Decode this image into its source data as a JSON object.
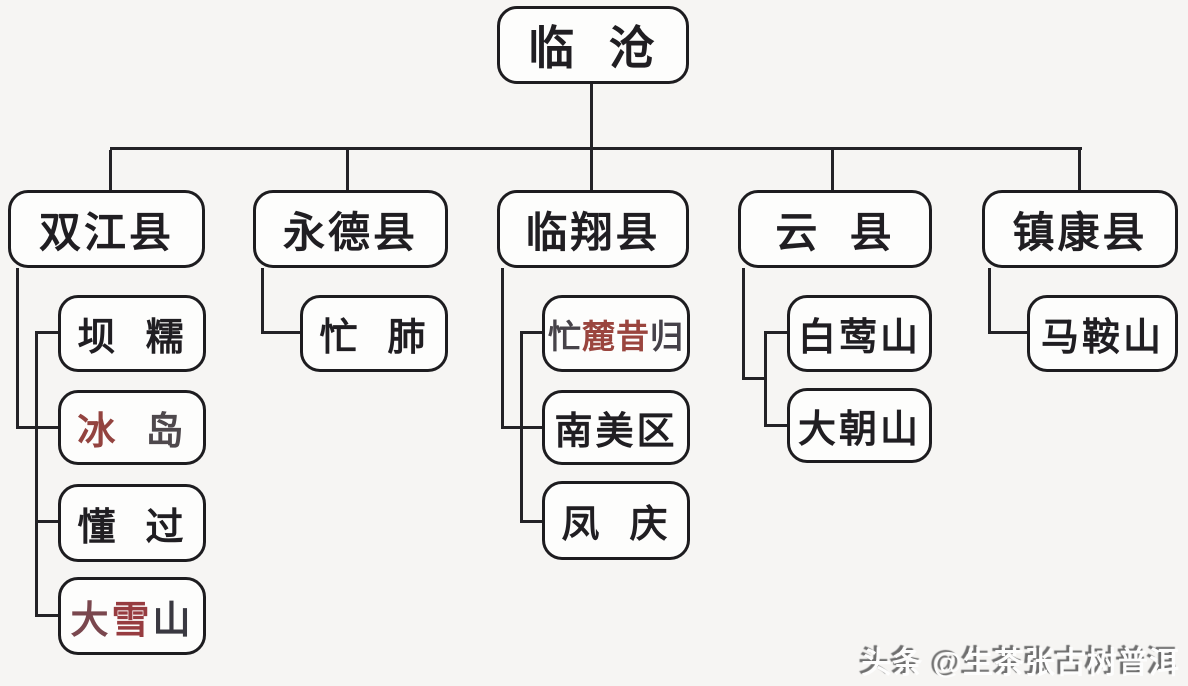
{
  "diagram": {
    "type": "org-chart",
    "root_label": "临  沧",
    "structure": {
      "临沧": [
        "双江县",
        "永德县",
        "临翔县",
        "云县",
        "镇康县"
      ],
      "双江县": [
        "坝糯",
        "冰岛",
        "懂过",
        "大雪山"
      ],
      "永德县": [
        "忙肺"
      ],
      "临翔县": [
        "忙麓昔归",
        "南美区",
        "凤庆"
      ],
      "云县": [
        "白莺山",
        "大朝山"
      ],
      "镇康县": [
        "马鞍山"
      ]
    }
  },
  "nodes": {
    "lincang": {
      "label": "临  沧"
    },
    "shuangjiang": {
      "label": "双江县"
    },
    "yongde": {
      "label": "永德县"
    },
    "linxiang": {
      "label": "临翔县"
    },
    "yun": {
      "label": "云  县"
    },
    "zhenkang": {
      "label": "镇康县"
    },
    "banuo": {
      "label": "坝  糯"
    },
    "bingdao": {
      "label": "冰岛",
      "parts": [
        {
          "text": "冰  ",
          "color": "#93433f"
        },
        {
          "text": "岛",
          "color": "#4e484c"
        }
      ]
    },
    "dongguo": {
      "label": "懂  过"
    },
    "daxueshan": {
      "label": "大雪山",
      "parts": [
        {
          "text": "大",
          "color": "#7a474e"
        },
        {
          "text": "雪",
          "color": "#973c40"
        },
        {
          "text": "山",
          "color": "#3a3941"
        }
      ]
    },
    "mangfei": {
      "label": "忙  肺"
    },
    "mangluxigui": {
      "label": "忙麓昔归",
      "parts": [
        {
          "text": "忙",
          "color": "#474349"
        },
        {
          "text": "麓昔",
          "color": "#9a453e"
        },
        {
          "text": "归",
          "color": "#454149"
        }
      ]
    },
    "nanmeiqu": {
      "label": "南美区"
    },
    "fengqing": {
      "label": "凤  庆"
    },
    "baiyingshan": {
      "label": "白莺山"
    },
    "dachaoshan": {
      "label": "大朝山"
    },
    "maanshan": {
      "label": "马鞍山"
    }
  },
  "watermark": {
    "text": "头条 @生茶张古树普洱"
  },
  "colors": {
    "background": "#f6f5f3",
    "box_fill": "#fdfdfc",
    "box_border": "#1d1c1f",
    "text_default": "#201e22",
    "connector": "#232226",
    "accent_red": "#973c40",
    "accent_gray": "#474349",
    "watermark_shadow": "#6e6e6e",
    "watermark_fill": "#fdfdfd"
  }
}
